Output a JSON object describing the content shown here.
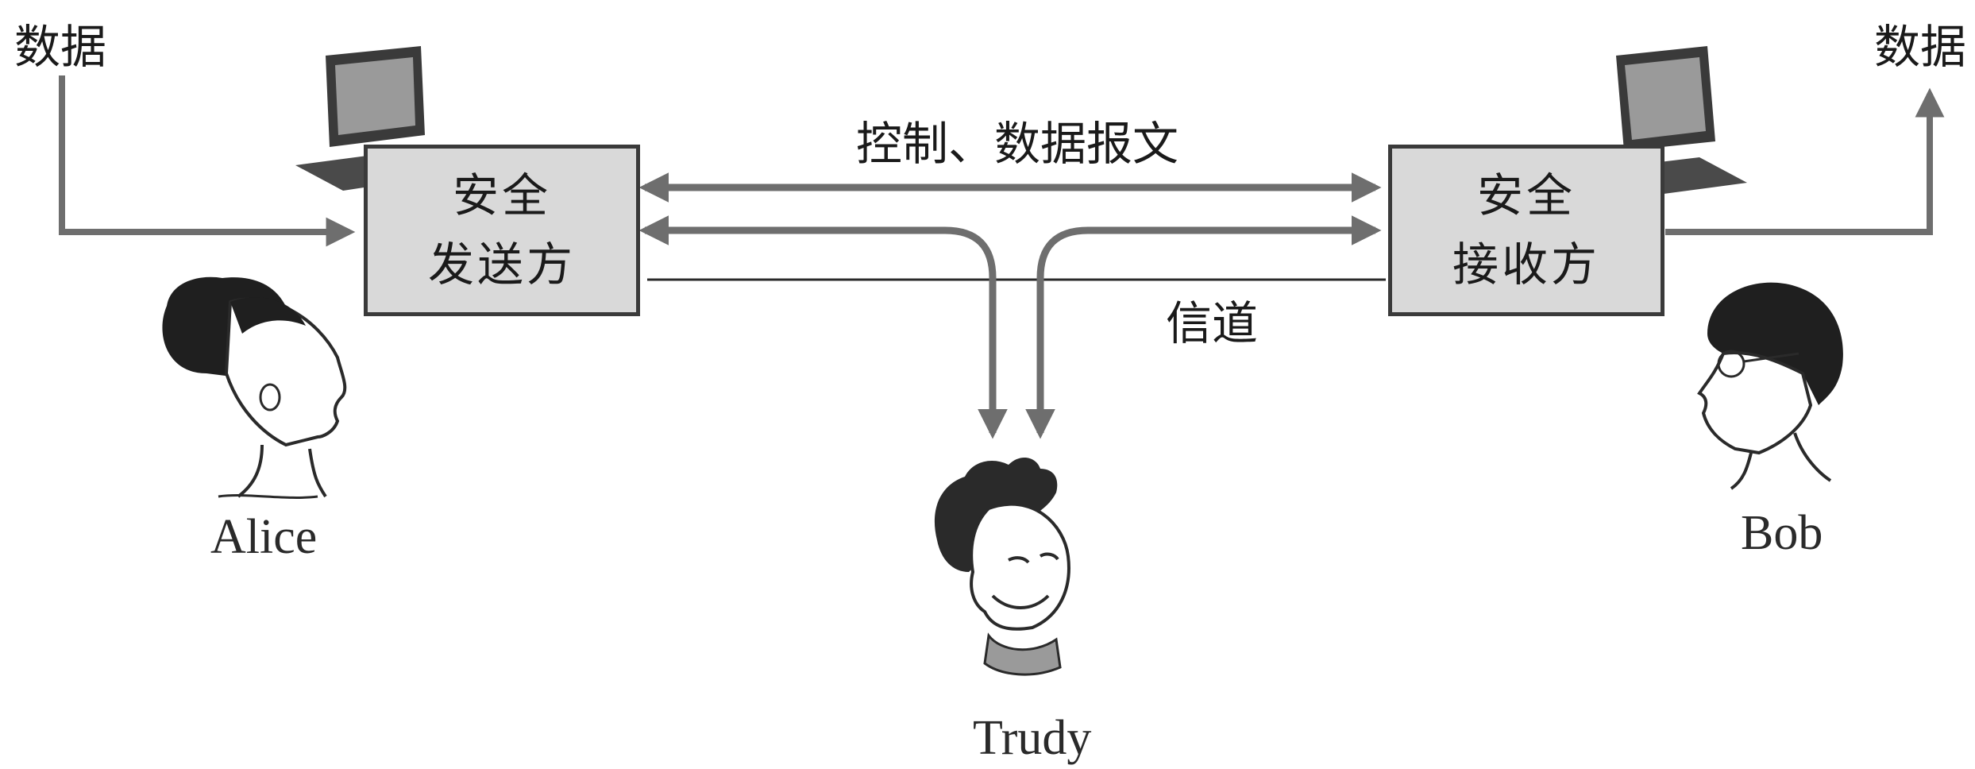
{
  "data_left": "数据",
  "data_right": "数据",
  "sender": {
    "line1": "安全",
    "line2": "发送方"
  },
  "receiver": {
    "line1": "安全",
    "line2": "接收方"
  },
  "messages_label": "控制、数据报文",
  "channel_label": "信道",
  "people": {
    "alice": "Alice",
    "bob": "Bob",
    "trudy": "Trudy"
  },
  "colors": {
    "arrow": "#6e6e6e",
    "box_fill": "#d9d9d9",
    "box_border": "#3a3a3a"
  }
}
